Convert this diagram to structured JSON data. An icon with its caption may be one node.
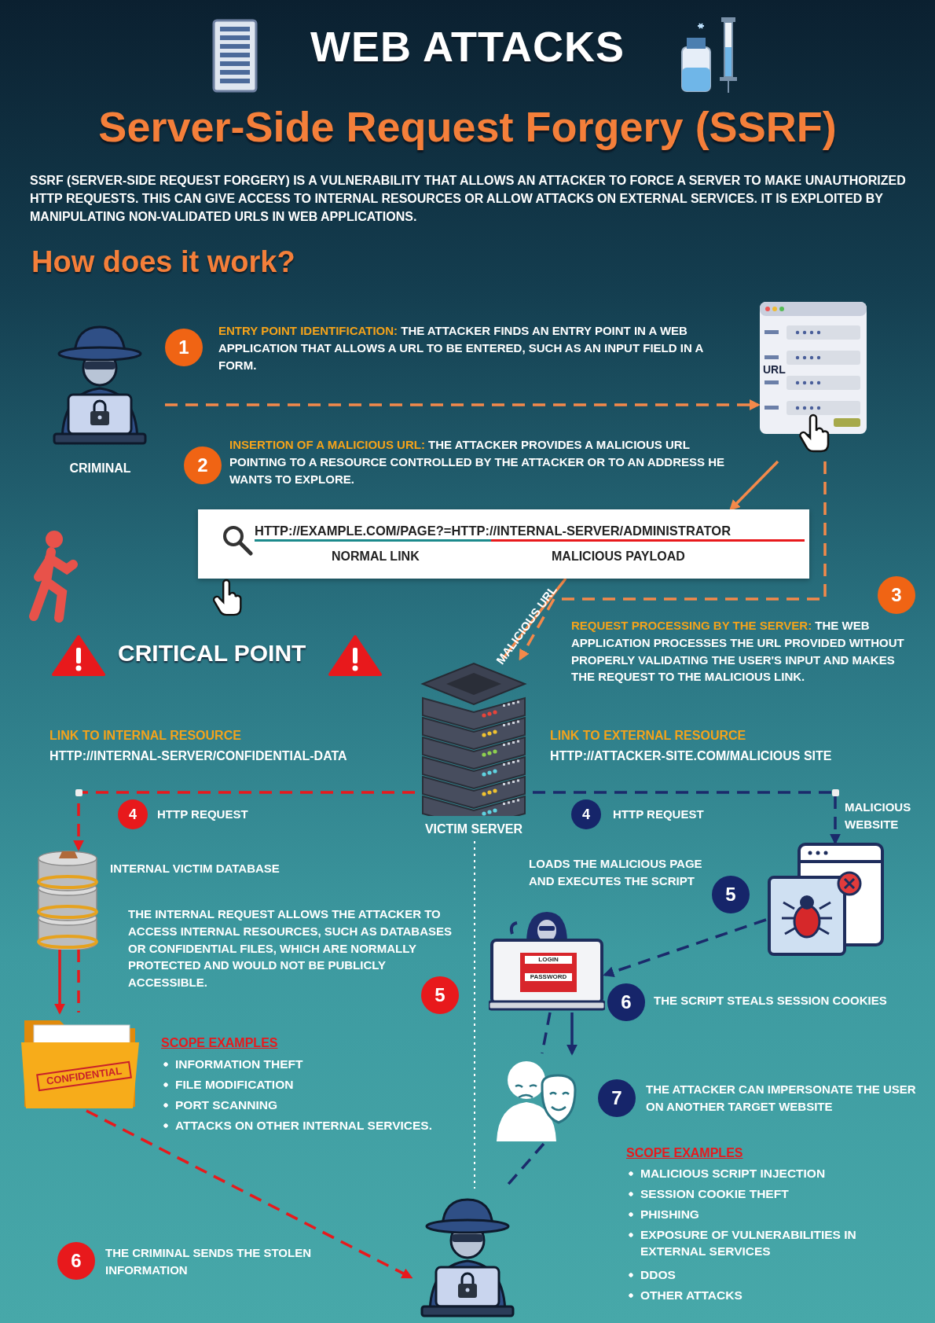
{
  "diagram": {
    "title": "WEB ATTACKS",
    "nodes": [
      {
        "text": [
          "CRIMINAL"
        ]
      },
      {
        "text": [
          "1"
        ],
        "beside": [
          "**ENTRY POINT IDENTIFICATION:** THE ATTACKER FINDS AN ENTRY POINT IN A WEB APPLICATION THAT ALLOWS A URL TO BE ENTERED, SUCH AS AN INPUT FIELD IN A FORM."
        ]
      },
      {
        "text": [
          "URL"
        ]
      },
      {
        "text": [
          "2"
        ],
        "beside": [
          "**INSERTION OF A MALICIOUS URL:** THE ATTACKER PROVIDES A MALICIOUS URL POINTING TO A RESOURCE CONTROLLED BY THE ATTACKER OR TO AN ADDRESS HE WANTS TO EXPLORE."
        ]
      },
      {
        "text": [
          "HTTP://EXAMPLE.COM/PAGE?=HTTP://INTERNAL-SERVER/ADMINISTRATOR",
          "NORMAL LINK",
          "MALICIOUS PAYLOAD"
        ]
      },
      {
        "text": [
          "3"
        ],
        "beside": [
          "**REQUEST PROCESSING BY THE SERVER:** THE WEB APPLICATION PROCESSES THE URL PROVIDED WITHOUT PROPERLY VALIDATING THE USER'S INPUT AND MAKES THE REQUEST TO THE MALICIOUS LINK."
        ]
      },
      {
        "text": [
          "VICTIM SERVER"
        ]
      },
      {
        "text": [
          "4"
        ],
        "beside": [
          "HTTP REQUEST"
        ]
      },
      {
        "text": [
          "4"
        ],
        "beside": [
          "HTTP REQUEST"
        ]
      },
      {
        "text": [],
        "shape": "cylinder",
        "beside": [
          "INTERNAL VICTIM DATABASE"
        ]
      },
      {
        "text": [],
        "shape": "picture",
        "beside": [
          "MALICIOUS WEBSITE"
        ]
      },
      {
        "text": [
          "5"
        ],
        "beside": [
          "LOADS THE MALICIOUS PAGE AND EXECUTES THE SCRIPT"
        ]
      },
      {
        "text": [
          "LOGIN",
          "PASSWORD"
        ]
      },
      {
        "text": [
          "5"
        ],
        "beside": [
          "THE INTERNAL REQUEST ALLOWS THE ATTACKER TO ACCESS INTERNAL RESOURCES, SUCH AS DATABASES OR CONFIDENTIAL FILES, WHICH ARE NORMALLY PROTECTED AND WOULD NOT BE PUBLICLY ACCESSIBLE."
        ]
      },
      {
        "text": [
          "6"
        ],
        "beside": [
          "THE SCRIPT STEALS SESSION COOKIES"
        ]
      },
      {
        "text": [
          "CONFIDENTIAL"
        ]
      },
      {
        "text": [],
        "shape": "picture"
      },
      {
        "text": [
          "7"
        ],
        "beside": [
          "THE ATTACKER CAN IMPERSONATE THE USER ON ANOTHER TARGET WEBSITE"
        ]
      },
      {
        "text": [
          "6"
        ],
        "beside": [
          "THE CRIMINAL SENDS THE STOLEN INFORMATION"
        ]
      },
      {
        "text": [],
        "shape": "picture"
      }
    ],
    "edges": [
      {
        "from": 0,
        "to": 2,
        "arrow": "to",
        "style": "dashed",
        "color": "#f4894a"
      },
      {
        "from": 2,
        "to": 4,
        "arrow": "to",
        "color": "#f4894a"
      },
      {
        "from": 2,
        "to": 6,
        "arrow": "to",
        "style": "dashed",
        "color": "#f4894a"
      },
      {
        "from": 4,
        "to": 6,
        "arrow": "none",
        "label": "MALICIOUS URL",
        "color": "#f4894a"
      },
      {
        "from": 6,
        "to": 9,
        "arrow": "to",
        "style": "dashed",
        "color": "#e8191c"
      },
      {
        "from": 6,
        "to": 10,
        "arrow": "to",
        "style": "dashed"
      },
      {
        "from": 9,
        "to": 15,
        "arrow": "none",
        "style": "dashed",
        "color": "#e8191c"
      },
      {
        "from": 9,
        "to": 15,
        "arrow": "to",
        "color": "#e8191c"
      },
      {
        "from": 15,
        "to": 19,
        "arrow": "to",
        "style": "dashed",
        "color": "#e8191c"
      },
      {
        "from": 10,
        "to": 12,
        "arrow": "to",
        "style": "dashed"
      },
      {
        "from": 12,
        "to": 16,
        "arrow": "none",
        "style": "dashed"
      },
      {
        "from": 12,
        "to": 16,
        "arrow": "to"
      },
      {
        "from": 16,
        "to": 19,
        "arrow": "none",
        "style": "dashed"
      },
      {
        "from": 6,
        "to": 19,
        "arrow": "none",
        "style": "dashed",
        "color": "#ffffff"
      }
    ],
    "labels": [
      "Server-Side Request Forgery (SSRF)",
      "SSRF (SERVER-SIDE REQUEST FORGERY) IS A VULNERABILITY THAT ALLOWS AN ATTACKER TO FORCE A SERVER TO MAKE UNAUTHORIZED HTTP REQUESTS. THIS CAN GIVE ACCESS TO INTERNAL RESOURCES OR ALLOW ATTACKS ON EXTERNAL SERVICES. IT IS EXPLOITED BY MANIPULATING NON-VALIDATED URLS IN WEB APPLICATIONS.",
      "How does it work?",
      "CRITICAL POINT",
      "LINK TO INTERNAL RESOURCE",
      "HTTP://INTERNAL-SERVER/CONFIDENTIAL-DATA",
      "LINK TO EXTERNAL RESOURCE",
      "HTTP://ATTACKER-SITE.COM/MALICIOUS SITE",
      "SCOPE EXAMPLES",
      "INFORMATION THEFT",
      "FILE MODIFICATION",
      "PORT SCANNING",
      "ATTACKS ON OTHER INTERNAL SERVICES.",
      "SCOPE EXAMPLES",
      "MALICIOUS SCRIPT INJECTION",
      "SESSION COOKIE THEFT",
      "PHISHING",
      "EXPOSURE OF VULNERABILITIES IN EXTERNAL SERVICES",
      "DDOS",
      "OTHER ATTACKS"
    ]
  }
}
